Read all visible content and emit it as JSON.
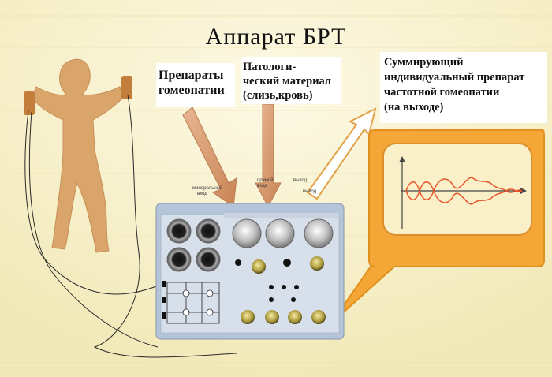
{
  "title": "Аппарат БРТ",
  "labels": {
    "homeopathy": [
      "Препараты",
      "гомеопатии"
    ],
    "pathological": [
      "Патологи-",
      "ческий материал",
      "(слизь,кровь)"
    ],
    "summary": [
      "Суммирующий",
      "индивидуальный препарат",
      "частотной гомеопатии",
      "(на выходе)"
    ]
  },
  "device_labels": {
    "mineral_input": [
      "минеральный",
      "вход"
    ],
    "direct_input": [
      "прямой",
      "вход"
    ],
    "output": "выход",
    "output2": "выход"
  },
  "colors": {
    "background": "#f7f1c9",
    "figure": "#d9a56b",
    "panel_orange": "#f4a636",
    "panel_inner": "#f9efc9",
    "arrow_brown": "#d99a6c",
    "wave": "#e8552a",
    "device_body": "#b5c5d9"
  },
  "icons": {
    "human_figure": "human-silhouette-icon",
    "electrode": "hand-electrode-icon"
  }
}
